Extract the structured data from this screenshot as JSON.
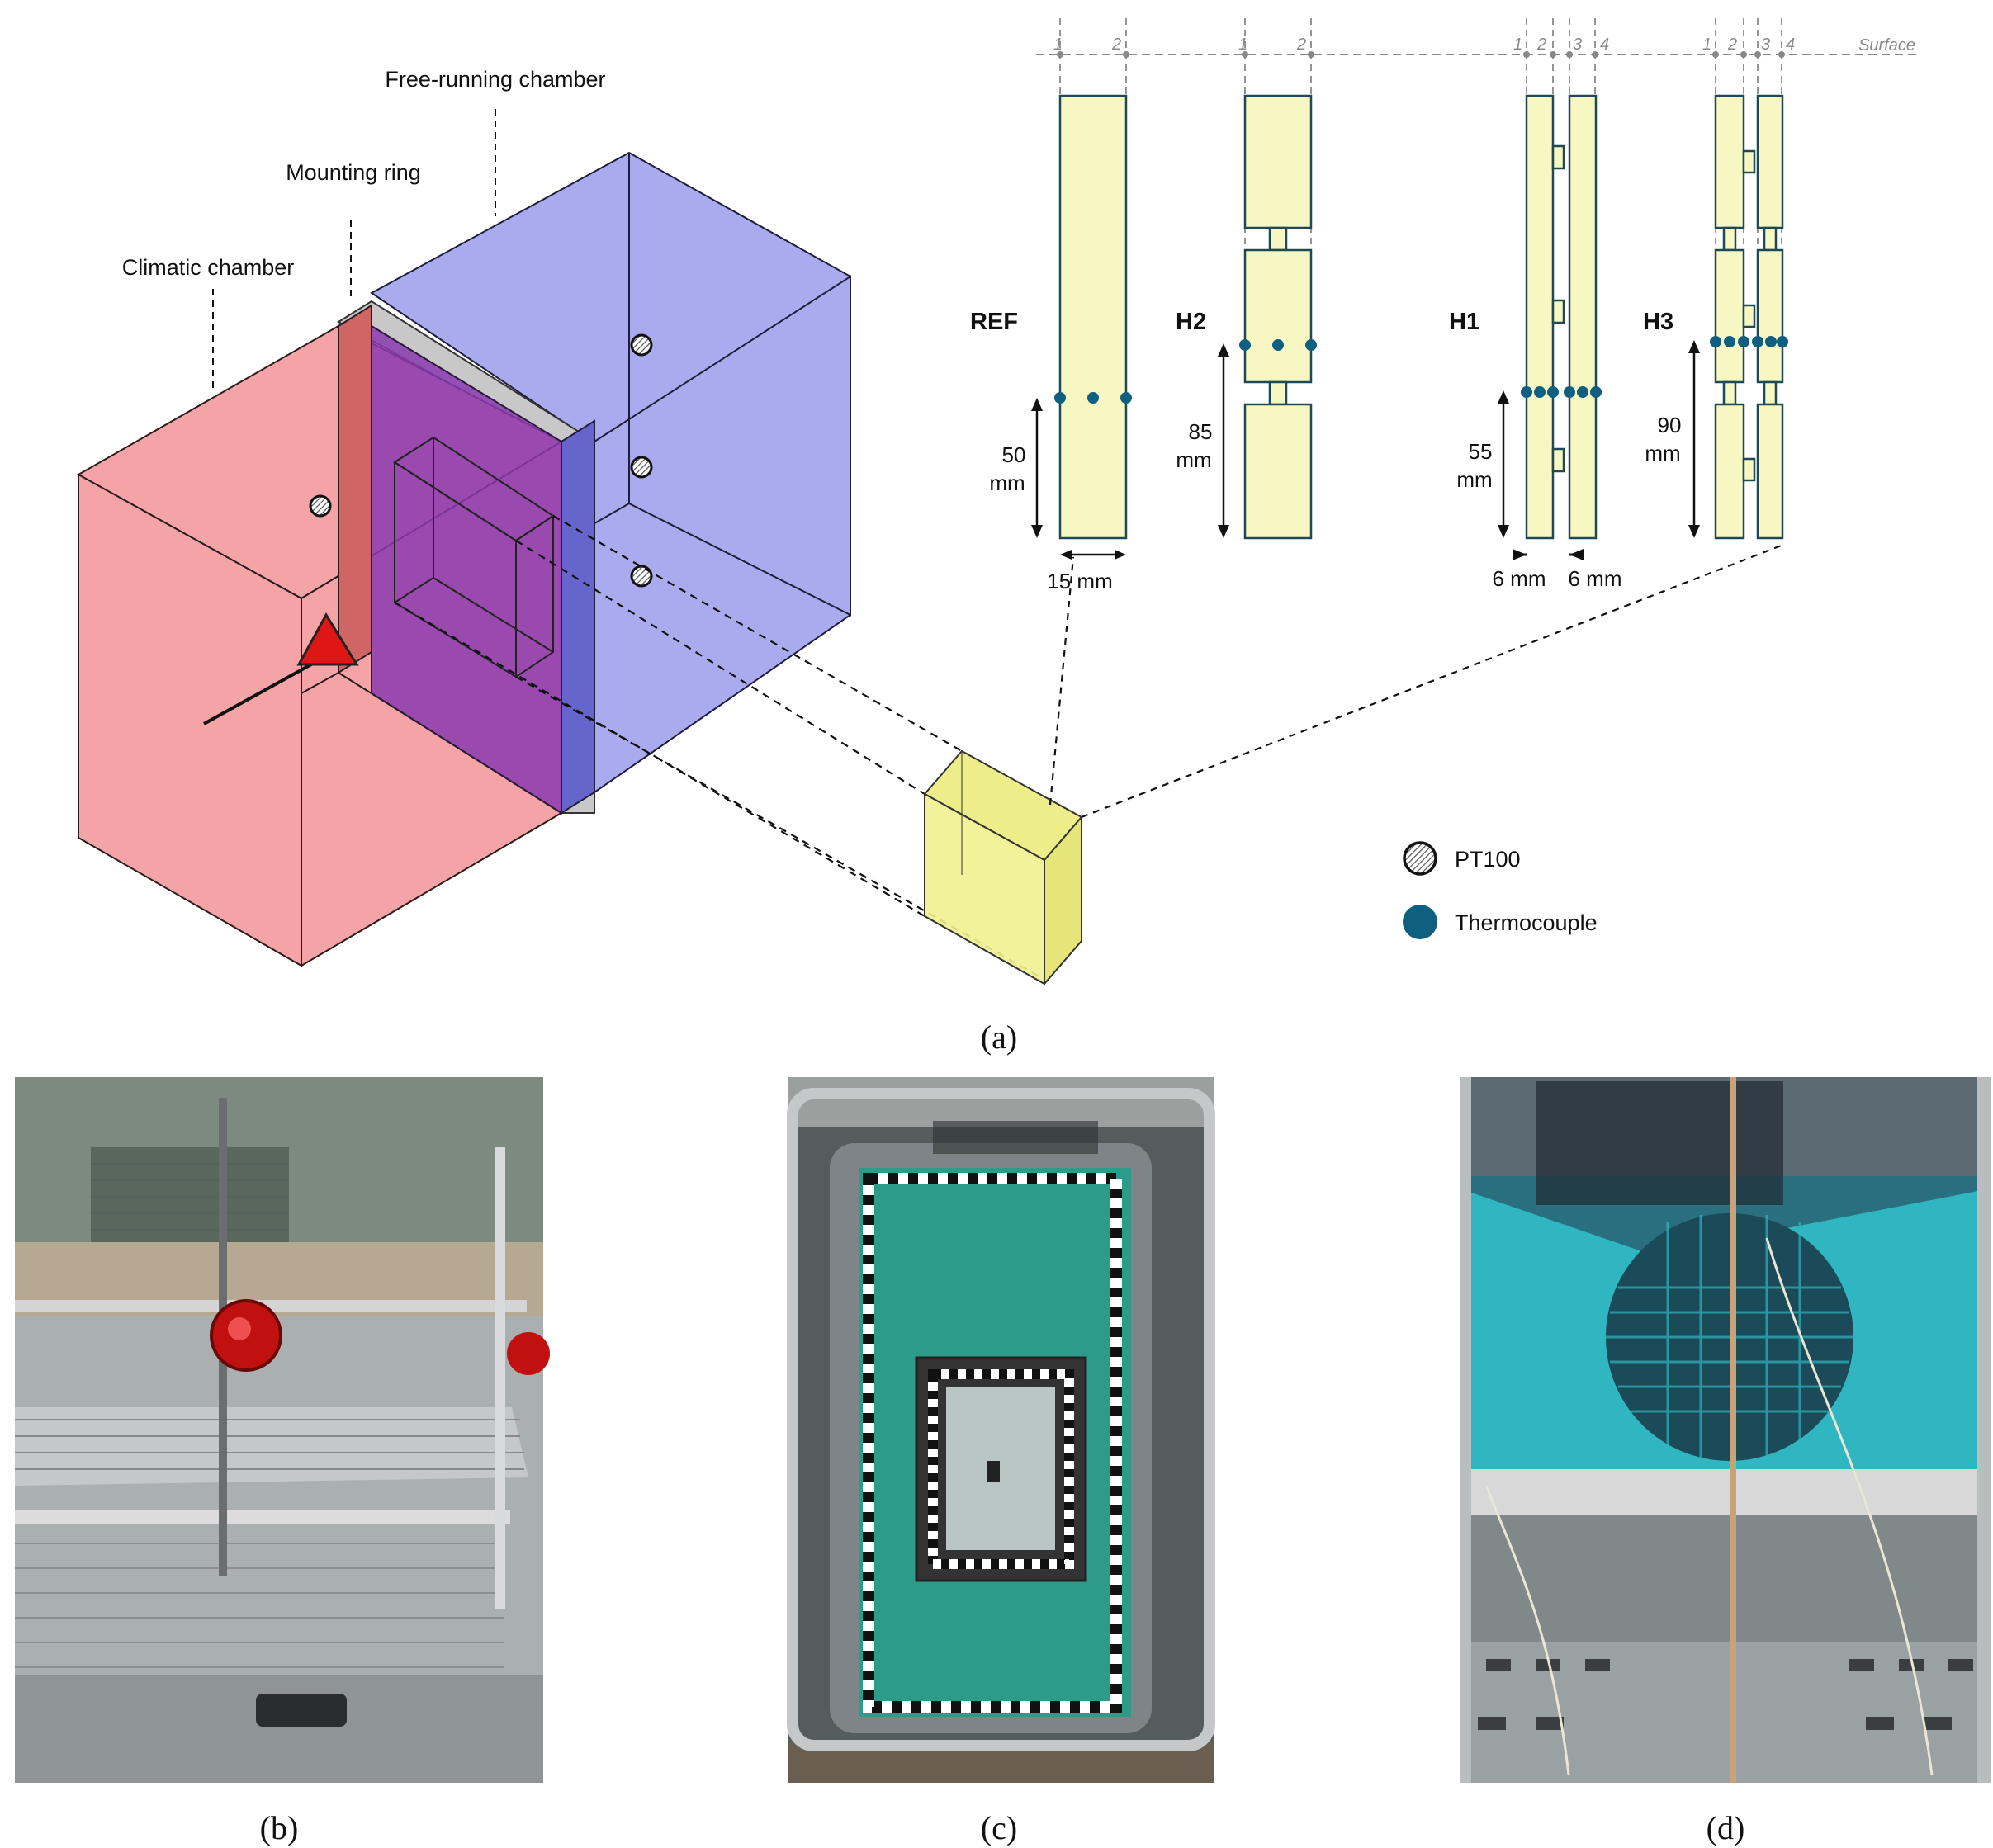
{
  "labels": {
    "climatic": "Climatic chamber",
    "mounting": "Mounting ring",
    "free_running": "Free-running chamber",
    "surface": "Surface"
  },
  "samples": {
    "ref": {
      "name": "REF",
      "dim": [
        "50",
        "mm"
      ],
      "width": "15 mm",
      "cols": [
        "1",
        "2"
      ]
    },
    "h2": {
      "name": "H2",
      "dim": [
        "85",
        "mm"
      ],
      "cols": [
        "1",
        "2"
      ]
    },
    "h1": {
      "name": "H1",
      "dim": [
        "55",
        "mm"
      ],
      "width_a": "6 mm",
      "width_b": "6 mm",
      "cols": [
        "1",
        "2",
        "3",
        "4"
      ]
    },
    "h3": {
      "name": "H3",
      "dim": [
        "90",
        "mm"
      ],
      "cols": [
        "1",
        "2",
        "3",
        "4"
      ]
    }
  },
  "legend": {
    "pt100": "PT100",
    "thermocouple": "Thermocouple"
  },
  "captions": {
    "a": "(a)",
    "b": "(b)",
    "c": "(c)",
    "d": "(d)"
  },
  "colors": {
    "climatic": "#f4a3a6",
    "free_running": "#aaaaee",
    "overlap": "#8a3ab0",
    "sample": "#f7f7c4",
    "thermocouple": "#0f5f80",
    "heater": "#e01515"
  },
  "icons": {
    "pt100": "hatched-circle-icon",
    "thermocouple": "filled-dot-icon",
    "heater": "red-triangle-icon"
  }
}
